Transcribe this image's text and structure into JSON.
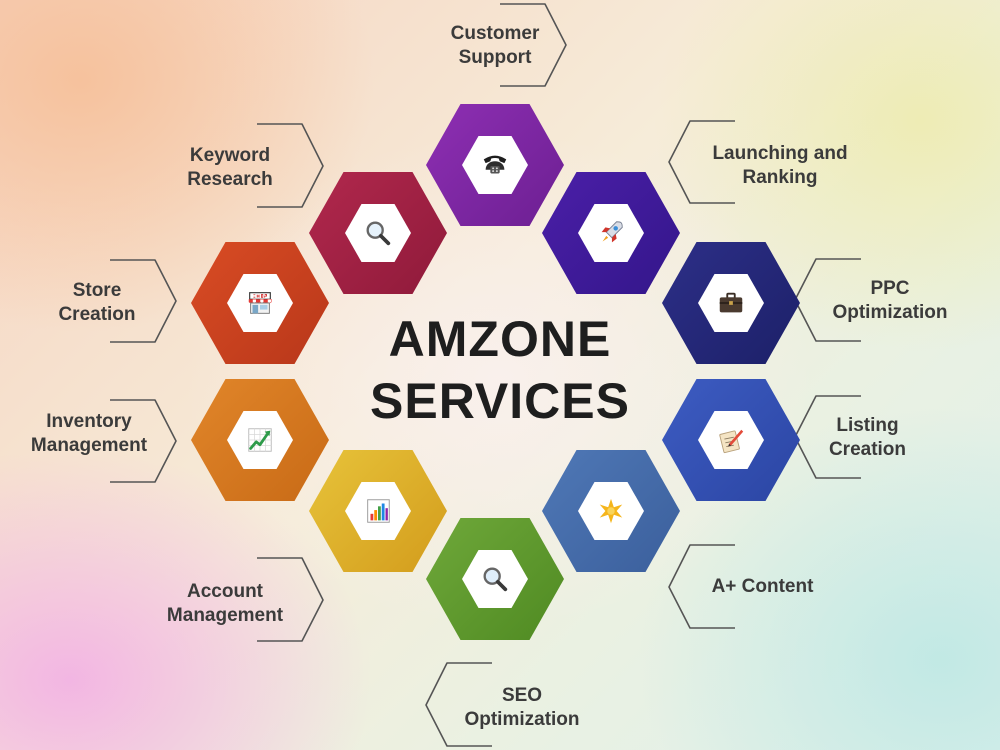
{
  "title": {
    "line1": "AMZONE",
    "line2": "SERVICES"
  },
  "services": [
    {
      "line1": "Customer",
      "line2": "Support",
      "icon": "phone-icon",
      "color_start": "#8e2fb3",
      "color_end": "#6c1f92"
    },
    {
      "line1": "Launching and",
      "line2": "Ranking",
      "icon": "rocket-icon",
      "color_start": "#4b1fa8",
      "color_end": "#33168a"
    },
    {
      "line1": "PPC",
      "line2": "Optimization",
      "icon": "briefcase-icon",
      "color_start": "#2d2f88",
      "color_end": "#1c2068"
    },
    {
      "line1": "Listing",
      "line2": "Creation",
      "icon": "writing-icon",
      "color_start": "#3d5cc2",
      "color_end": "#2b45a3"
    },
    {
      "line1": "A+ Content",
      "line2": "",
      "icon": "star-icon",
      "color_start": "#4f78b6",
      "color_end": "#3b5f9c"
    },
    {
      "line1": "SEO",
      "line2": "Optimization",
      "icon": "magnifier-icon",
      "color_start": "#6fa83a",
      "color_end": "#4f8a22"
    },
    {
      "line1": "Account",
      "line2": "Management",
      "icon": "bar-chart-icon",
      "color_start": "#e7c33a",
      "color_end": "#d39c1c"
    },
    {
      "line1": "Inventory",
      "line2": "Management",
      "icon": "trend-chart-icon",
      "color_start": "#e1862a",
      "color_end": "#c86a16"
    },
    {
      "line1": "Store",
      "line2": "Creation",
      "icon": "shop-icon",
      "color_start": "#d94c24",
      "color_end": "#b8371a"
    },
    {
      "line1": "Keyword",
      "line2": "Research",
      "icon": "search-icon",
      "color_start": "#b1284d",
      "color_end": "#8f1a3a"
    }
  ]
}
